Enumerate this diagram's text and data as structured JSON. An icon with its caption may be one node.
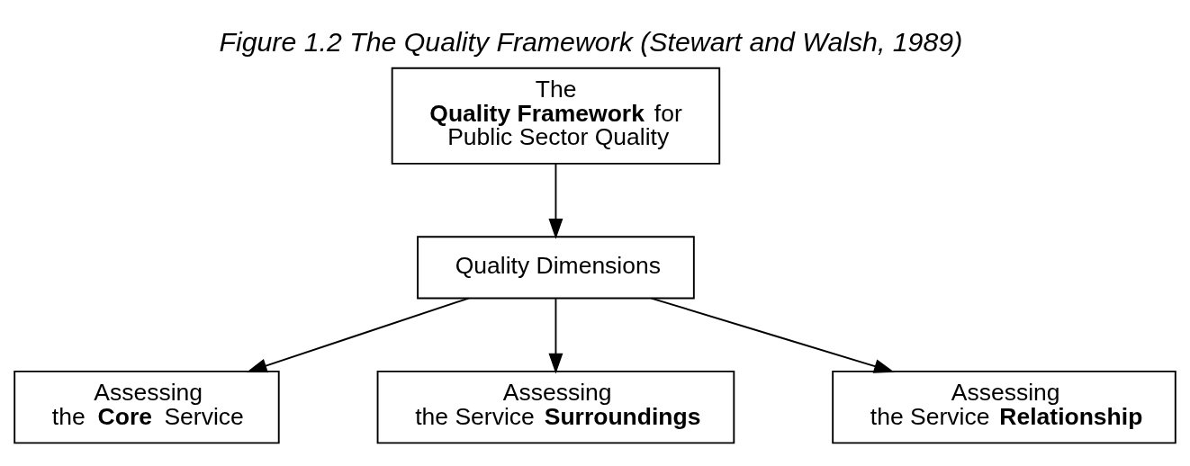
{
  "diagram": {
    "title": "Figure 1.2 The Quality Framework (Stewart and Walsh, 1989)",
    "nodes": [
      {
        "text": [
          "The **Quality Framework** for Public Sector Quality"
        ]
      },
      {
        "text": [
          "Quality Dimensions"
        ]
      },
      {
        "text": [
          "Assessing the **Core** Service"
        ]
      },
      {
        "text": [
          "Assessing the Service **Surroundings**"
        ]
      },
      {
        "text": [
          "Assessing the Service **Relationship**"
        ]
      }
    ],
    "edges": [
      {
        "from": 0,
        "to": 1,
        "arrow": "to"
      },
      {
        "from": 1,
        "to": 2,
        "arrow": "to"
      },
      {
        "from": 1,
        "to": 3,
        "arrow": "to"
      },
      {
        "from": 1,
        "to": 4,
        "arrow": "to"
      }
    ]
  }
}
